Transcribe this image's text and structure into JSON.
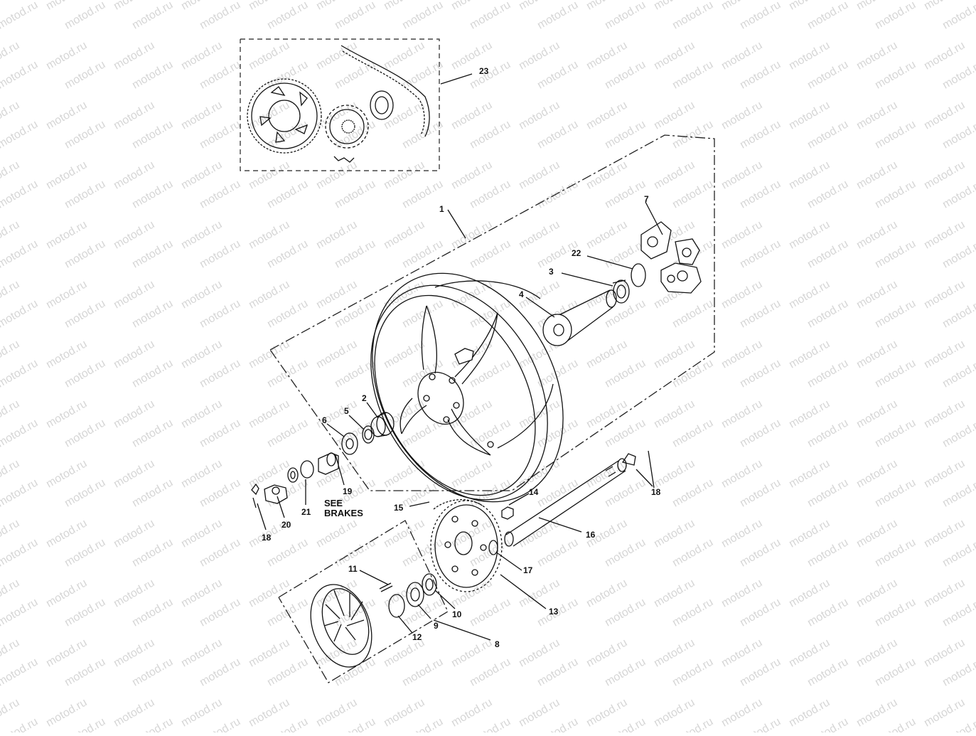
{
  "watermark": "motod.ru",
  "see_brakes": [
    "SEE",
    "BRAKES"
  ],
  "parts": [
    {
      "id": "p23",
      "num": "23"
    },
    {
      "id": "p1",
      "num": "1"
    },
    {
      "id": "p7",
      "num": "7"
    },
    {
      "id": "p22",
      "num": "22"
    },
    {
      "id": "p3",
      "num": "3"
    },
    {
      "id": "p4",
      "num": "4"
    },
    {
      "id": "p2",
      "num": "2"
    },
    {
      "id": "p5",
      "num": "5"
    },
    {
      "id": "p6",
      "num": "6"
    },
    {
      "id": "p19",
      "num": "19"
    },
    {
      "id": "p21",
      "num": "21"
    },
    {
      "id": "p20",
      "num": "20"
    },
    {
      "id": "p18a",
      "num": "18"
    },
    {
      "id": "p18b",
      "num": "18"
    },
    {
      "id": "p14",
      "num": "14"
    },
    {
      "id": "p15",
      "num": "15"
    },
    {
      "id": "p16",
      "num": "16"
    },
    {
      "id": "p17",
      "num": "17"
    },
    {
      "id": "p11",
      "num": "11"
    },
    {
      "id": "p13",
      "num": "13"
    },
    {
      "id": "p10",
      "num": "10"
    },
    {
      "id": "p9",
      "num": "9"
    },
    {
      "id": "p12",
      "num": "12"
    },
    {
      "id": "p8",
      "num": "8"
    }
  ]
}
